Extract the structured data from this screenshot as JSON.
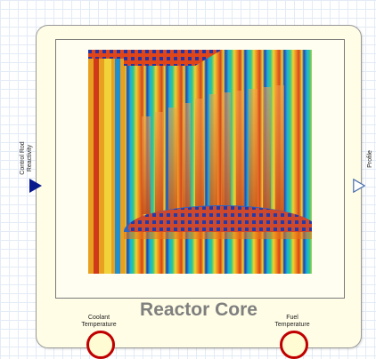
{
  "block": {
    "title": "Reactor Core"
  },
  "ports": {
    "left_input": "Control Rod Reactivity",
    "left_input_line1": "Control Rod",
    "left_input_line2": "Reactivity",
    "right_output": "Profile",
    "bottom_left_line1": "Coolant",
    "bottom_left_line2": "Temperature",
    "bottom_right_line1": "Fuel",
    "bottom_right_line2": "Temperature"
  },
  "colors": {
    "block_fill": "#fffde6",
    "title_gray": "#7f7f7f",
    "input_port": "#0a1a8c",
    "circle_port_border": "#c00000"
  },
  "icons": {
    "input_port": "filled-triangle-right-icon",
    "output_port": "hollow-triangle-right-icon",
    "bottom_ports": "circle-port-icon"
  }
}
